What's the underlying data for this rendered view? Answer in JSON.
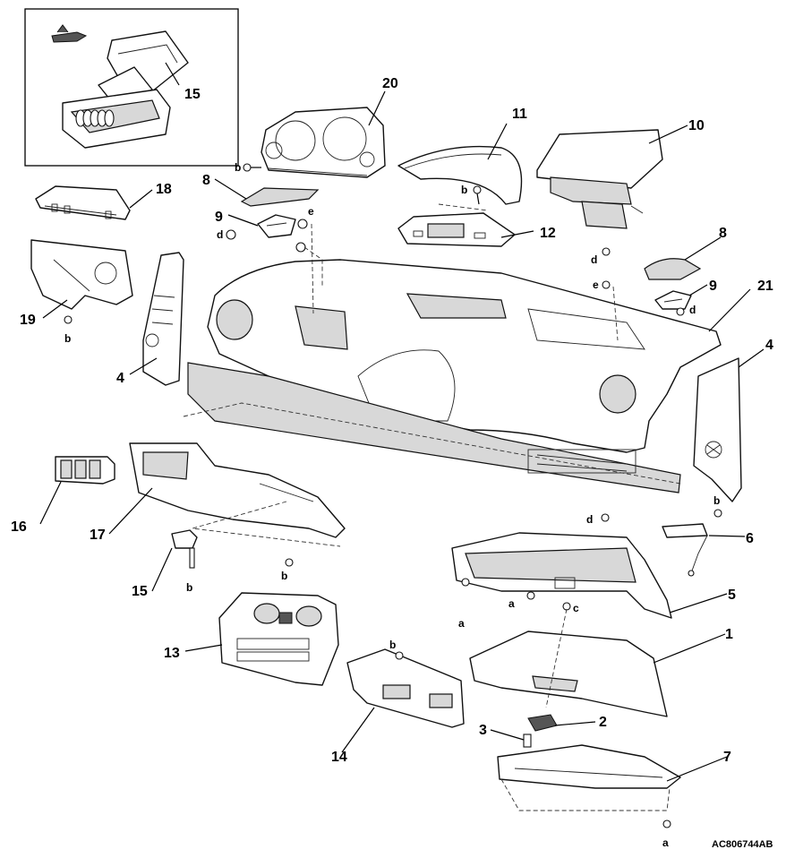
{
  "diagram": {
    "figure_code": "AC806744AB",
    "callouts": [
      {
        "id": "c15a",
        "label": "15"
      },
      {
        "id": "c20",
        "label": "20"
      },
      {
        "id": "c11",
        "label": "11"
      },
      {
        "id": "c10",
        "label": "10"
      },
      {
        "id": "c18",
        "label": "18"
      },
      {
        "id": "c8a",
        "label": "8"
      },
      {
        "id": "c9a",
        "label": "9"
      },
      {
        "id": "c12",
        "label": "12"
      },
      {
        "id": "c8b",
        "label": "8"
      },
      {
        "id": "c9b",
        "label": "9"
      },
      {
        "id": "c19",
        "label": "19"
      },
      {
        "id": "c21",
        "label": "21"
      },
      {
        "id": "c4a",
        "label": "4"
      },
      {
        "id": "c4b",
        "label": "4"
      },
      {
        "id": "c16",
        "label": "16"
      },
      {
        "id": "c17",
        "label": "17"
      },
      {
        "id": "c6",
        "label": "6"
      },
      {
        "id": "c15b",
        "label": "15"
      },
      {
        "id": "c5",
        "label": "5"
      },
      {
        "id": "c13",
        "label": "13"
      },
      {
        "id": "c1",
        "label": "1"
      },
      {
        "id": "c2",
        "label": "2"
      },
      {
        "id": "c3",
        "label": "3"
      },
      {
        "id": "c14",
        "label": "14"
      },
      {
        "id": "c7",
        "label": "7"
      }
    ],
    "fastener_labels": [
      {
        "id": "f_b1",
        "label": "b"
      },
      {
        "id": "f_b2",
        "label": "b"
      },
      {
        "id": "f_e1",
        "label": "e"
      },
      {
        "id": "f_d1",
        "label": "d"
      },
      {
        "id": "f_d2",
        "label": "d"
      },
      {
        "id": "f_e2",
        "label": "e"
      },
      {
        "id": "f_d3",
        "label": "d"
      },
      {
        "id": "f_b3",
        "label": "b"
      },
      {
        "id": "f_b4",
        "label": "b"
      },
      {
        "id": "f_d4",
        "label": "d"
      },
      {
        "id": "f_b5",
        "label": "b"
      },
      {
        "id": "f_b6",
        "label": "b"
      },
      {
        "id": "f_a1",
        "label": "a"
      },
      {
        "id": "f_a2",
        "label": "a"
      },
      {
        "id": "f_c1",
        "label": "c"
      },
      {
        "id": "f_b7",
        "label": "b"
      },
      {
        "id": "f_a3",
        "label": "a"
      }
    ]
  }
}
